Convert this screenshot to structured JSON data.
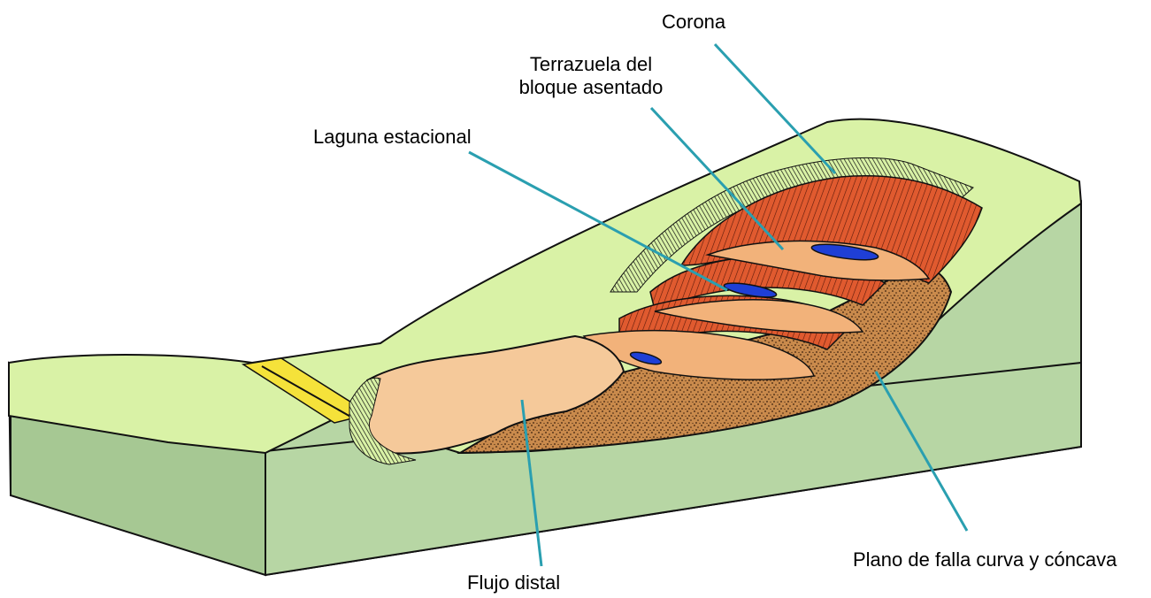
{
  "labels": {
    "corona": "Corona",
    "terrazuela_line1": "Terrazuela del",
    "terrazuela_line2": "bloque asentado",
    "laguna": "Laguna estacional",
    "flujo": "Flujo distal",
    "plano": "Plano de falla curva y cóncava"
  },
  "colors": {
    "grass": "#d9f2a6",
    "block_side": "#b7d6a4",
    "block_front": "#a6c893",
    "scarp_red": "#e05a2f",
    "terrace_tan": "#f2b27a",
    "flow_tan": "#f5c99a",
    "soil_brown": "#c77a3c",
    "water_blue": "#1f3fd6",
    "road_yellow": "#f5e23a",
    "leader_line": "#2a9fb0"
  }
}
